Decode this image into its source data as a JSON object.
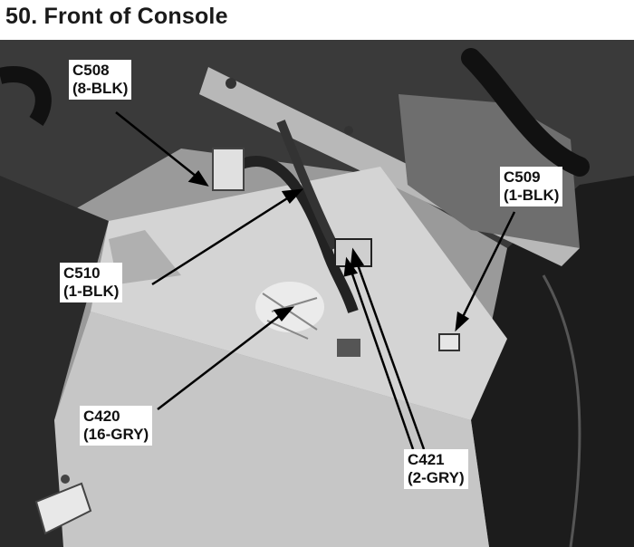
{
  "title": "50. Front of Console",
  "callouts": [
    {
      "id": "c508",
      "name": "C508",
      "spec": "(8-BLK)"
    },
    {
      "id": "c509",
      "name": "C509",
      "spec": "(1-BLK)"
    },
    {
      "id": "c510",
      "name": "C510",
      "spec": "(1-BLK)"
    },
    {
      "id": "c420",
      "name": "C420",
      "spec": "(16-GRY)"
    },
    {
      "id": "c421",
      "name": "C421",
      "spec": "(2-GRY)"
    }
  ]
}
